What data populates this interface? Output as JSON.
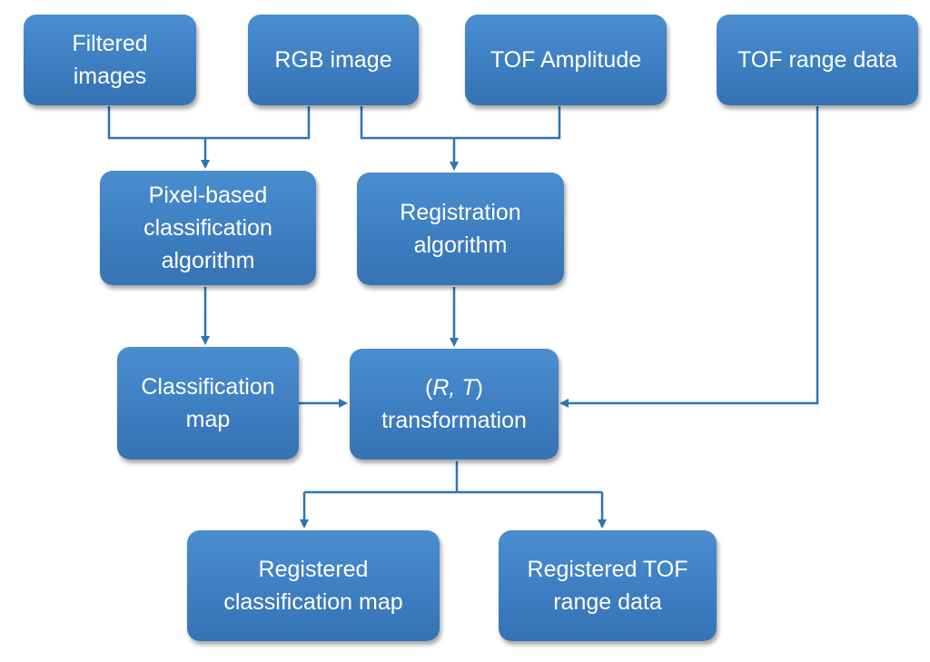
{
  "colors": {
    "box_fill": "#3c7dc0",
    "connector": "#2e74b5",
    "text": "#ffffff",
    "background": "#ffffff"
  },
  "nodes": {
    "filtered_images": {
      "lines": [
        "Filtered",
        "images"
      ]
    },
    "rgb_image": {
      "lines": [
        "RGB image"
      ]
    },
    "tof_amplitude": {
      "lines": [
        "TOF Amplitude"
      ]
    },
    "tof_range_data": {
      "lines": [
        "TOF range data"
      ]
    },
    "pixel_classification": {
      "lines": [
        "Pixel-based",
        "classification",
        "algorithm"
      ]
    },
    "registration_algorithm": {
      "lines": [
        "Registration",
        "algorithm"
      ]
    },
    "classification_map": {
      "lines": [
        "Classification",
        "map"
      ]
    },
    "rt_transformation": {
      "line1": {
        "open": "(",
        "R": "R",
        "sep": ", ",
        "T": "T",
        "close": ")"
      },
      "line2": "transformation"
    },
    "registered_classification_map": {
      "lines": [
        "Registered",
        "classification map"
      ]
    },
    "registered_tof_range_data": {
      "lines": [
        "Registered TOF",
        "range data"
      ]
    }
  }
}
